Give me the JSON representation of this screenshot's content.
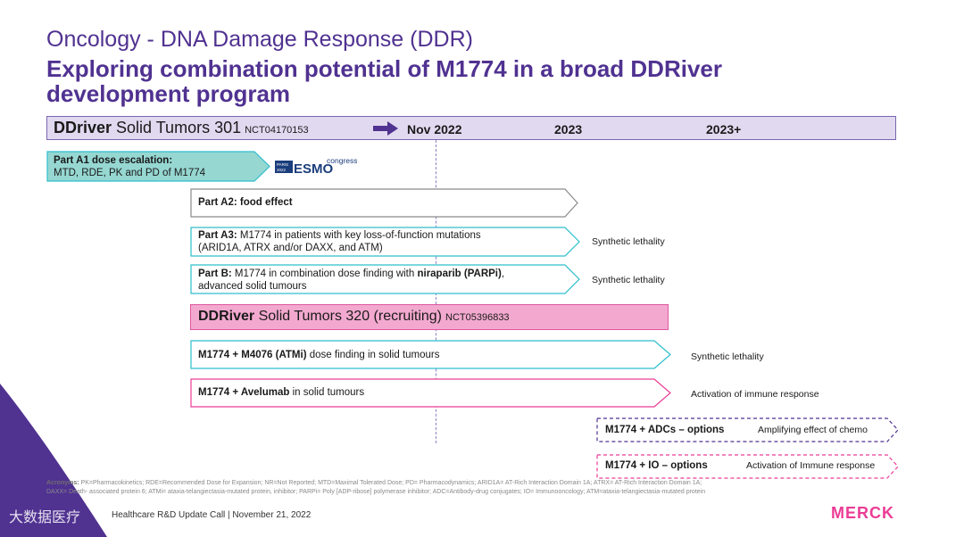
{
  "header": {
    "subtitle": "Oncology - DNA Damage Response (DDR)",
    "title": "Exploring combination potential of M1774 in a broad DDRiver development program"
  },
  "timeline_bar": {
    "trial_bold": "DDriver",
    "trial_rest": " Solid Tumors 301",
    "nct": "NCT04170153",
    "dates": [
      "Nov 2022",
      "2023",
      "2023+"
    ]
  },
  "esmo": {
    "city": "PARIS",
    "year": "2022",
    "name": "ESMO",
    "suffix": "congress"
  },
  "study_301": {
    "part_a1": {
      "bold": "Part A1 dose escalation:",
      "line2": "MTD, RDE, PK and PD of M1774"
    },
    "part_a2": {
      "bold": "Part A2: food effect"
    },
    "part_a3": {
      "bold": "Part A3:",
      "rest": " M1774 in patients with key loss-of-function mutations",
      "line2": "(ARID1A, ATRX and/or DAXX, and ATM)",
      "side": "Synthetic lethality"
    },
    "part_b": {
      "bold": "Part B:",
      "rest": " M1774 in combination dose finding with ",
      "bold2": "niraparib (PARPi)",
      "rest2": ",",
      "line2": "advanced solid tumours",
      "side": "Synthetic lethality"
    }
  },
  "study_320": {
    "trial_bold": "DDRiver",
    "trial_rest": " Solid Tumors 320 (recruiting)",
    "nct": "NCT05396833",
    "arm1": {
      "bold": "M1774 + M4076 (ATMi)",
      "rest": " dose finding in solid tumours",
      "side": "Synthetic lethality"
    },
    "arm2": {
      "bold": "M1774 + Avelumab",
      "rest": " in solid tumours",
      "side": "Activation of immune response"
    }
  },
  "options": {
    "adc": {
      "label": "M1774 + ADCs – options",
      "desc": "Amplifying effect of chemo"
    },
    "io": {
      "label": "M1774 + IO – options",
      "desc": "Activation of Immune response"
    }
  },
  "acronyms": {
    "label": "Acronyms:",
    "line1": "PK=Pharmacokinetics; RDE=Recommended Dose for Expansion; NR=Not Reported; MTD=Maximal Tolerated Dose; PD= Pharmacodynamics; ARID1A= AT-Rich Interaction Domain 1A; ATRX= AT-Rich Interaction Domain 1A;",
    "line2": "DAXX= Death- associated protein 6; ATMi= ataxia-telangiectasia-mutated protein, inhibitor; PARPi= Poly [ADP-ribose] polymerase inhibitor; ADC=Antibody-drug conjugates; IO= Immunooncology; ATM=ataxia-telangiectasia-mutated protein"
  },
  "footer": {
    "text": "Healthcare R&D Update Call | November 21, 2022",
    "logo": "MERCK",
    "watermark": "大数据医疗"
  },
  "colors": {
    "purple": "#503291",
    "teal": "#2dbecd",
    "teal_fill": "#96d7d2",
    "pink": "#eb3c96",
    "pink_fill": "#f3a9cf",
    "lavender": "#e1d9f0"
  }
}
